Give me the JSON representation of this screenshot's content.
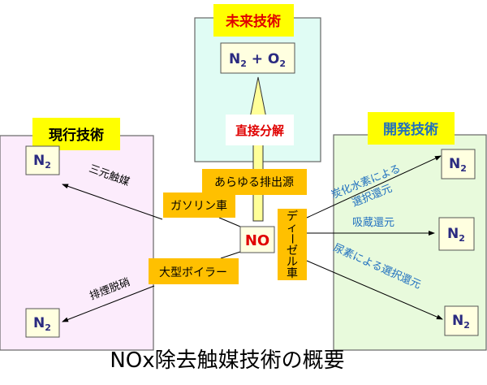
{
  "title": "NOx除去触媒技術の概要",
  "future": {
    "label": "未来技術",
    "product": "N",
    "product_sub": "2",
    "product_plus": " + O",
    "product_sub2": "2",
    "process": "直接分解",
    "source": "あらゆる排出源"
  },
  "current": {
    "label": "現行技術",
    "product": "N",
    "product_sub": "2",
    "process_top": "三元触媒",
    "process_bottom": "排煙脱硝"
  },
  "development": {
    "label": "開発技術",
    "product": "N",
    "product_sub": "2",
    "process_hc_line1": "炭化水素による",
    "process_hc_line2": "選択還元",
    "process_storage": "吸蔵還元",
    "process_urea": "尿素による選択還元"
  },
  "center": {
    "label": "NO"
  },
  "sources": {
    "gasoline": "ガソリン車",
    "boiler": "大型ボイラー",
    "diesel": [
      "デ",
      "ィ",
      "ー",
      "ゼ",
      "ル",
      "車"
    ]
  },
  "colors": {
    "yellow": "#ffff00",
    "orange": "#ffc000",
    "future_bg": "#e0fcf4",
    "current_bg": "#fcecfc",
    "dev_bg": "#e8fadc",
    "red": "#e00000",
    "blue": "#1f6fbf"
  }
}
